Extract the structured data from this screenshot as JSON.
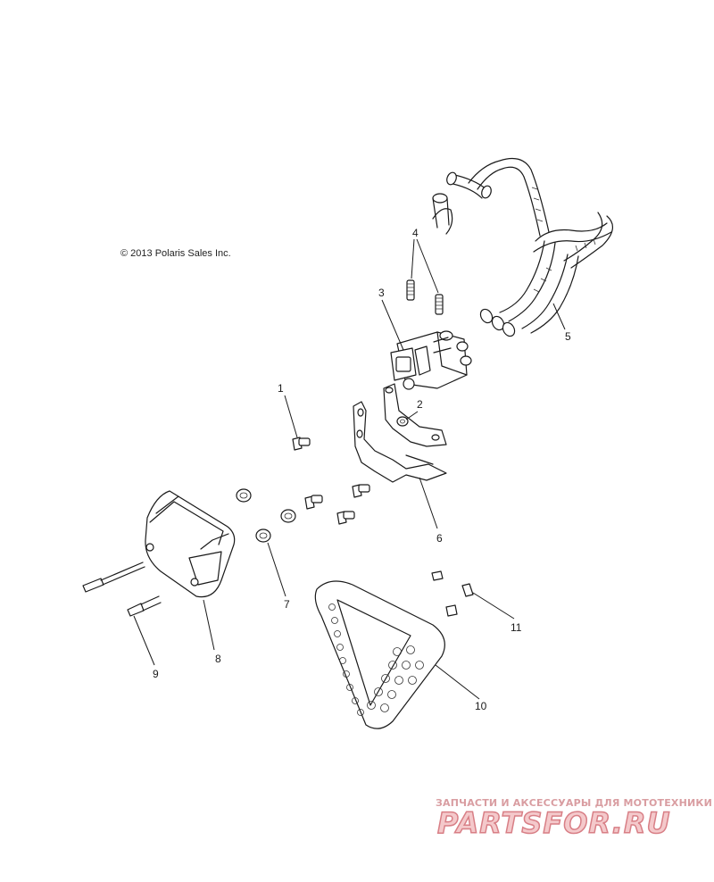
{
  "copyright": "© 2013 Polaris Sales Inc.",
  "callouts": [
    "1",
    "2",
    "3",
    "4",
    "5",
    "6",
    "7",
    "8",
    "9",
    "10",
    "11"
  ],
  "watermark": {
    "tagline": "ЗАПЧАСТИ И АКСЕССУАРЫ ДЛЯ МОТОТЕХНИКИ",
    "brand": "PARTSFOR.RU",
    "color": "#e07c84"
  },
  "colors": {
    "line": "#1a1a1a",
    "background": "#ffffff"
  }
}
